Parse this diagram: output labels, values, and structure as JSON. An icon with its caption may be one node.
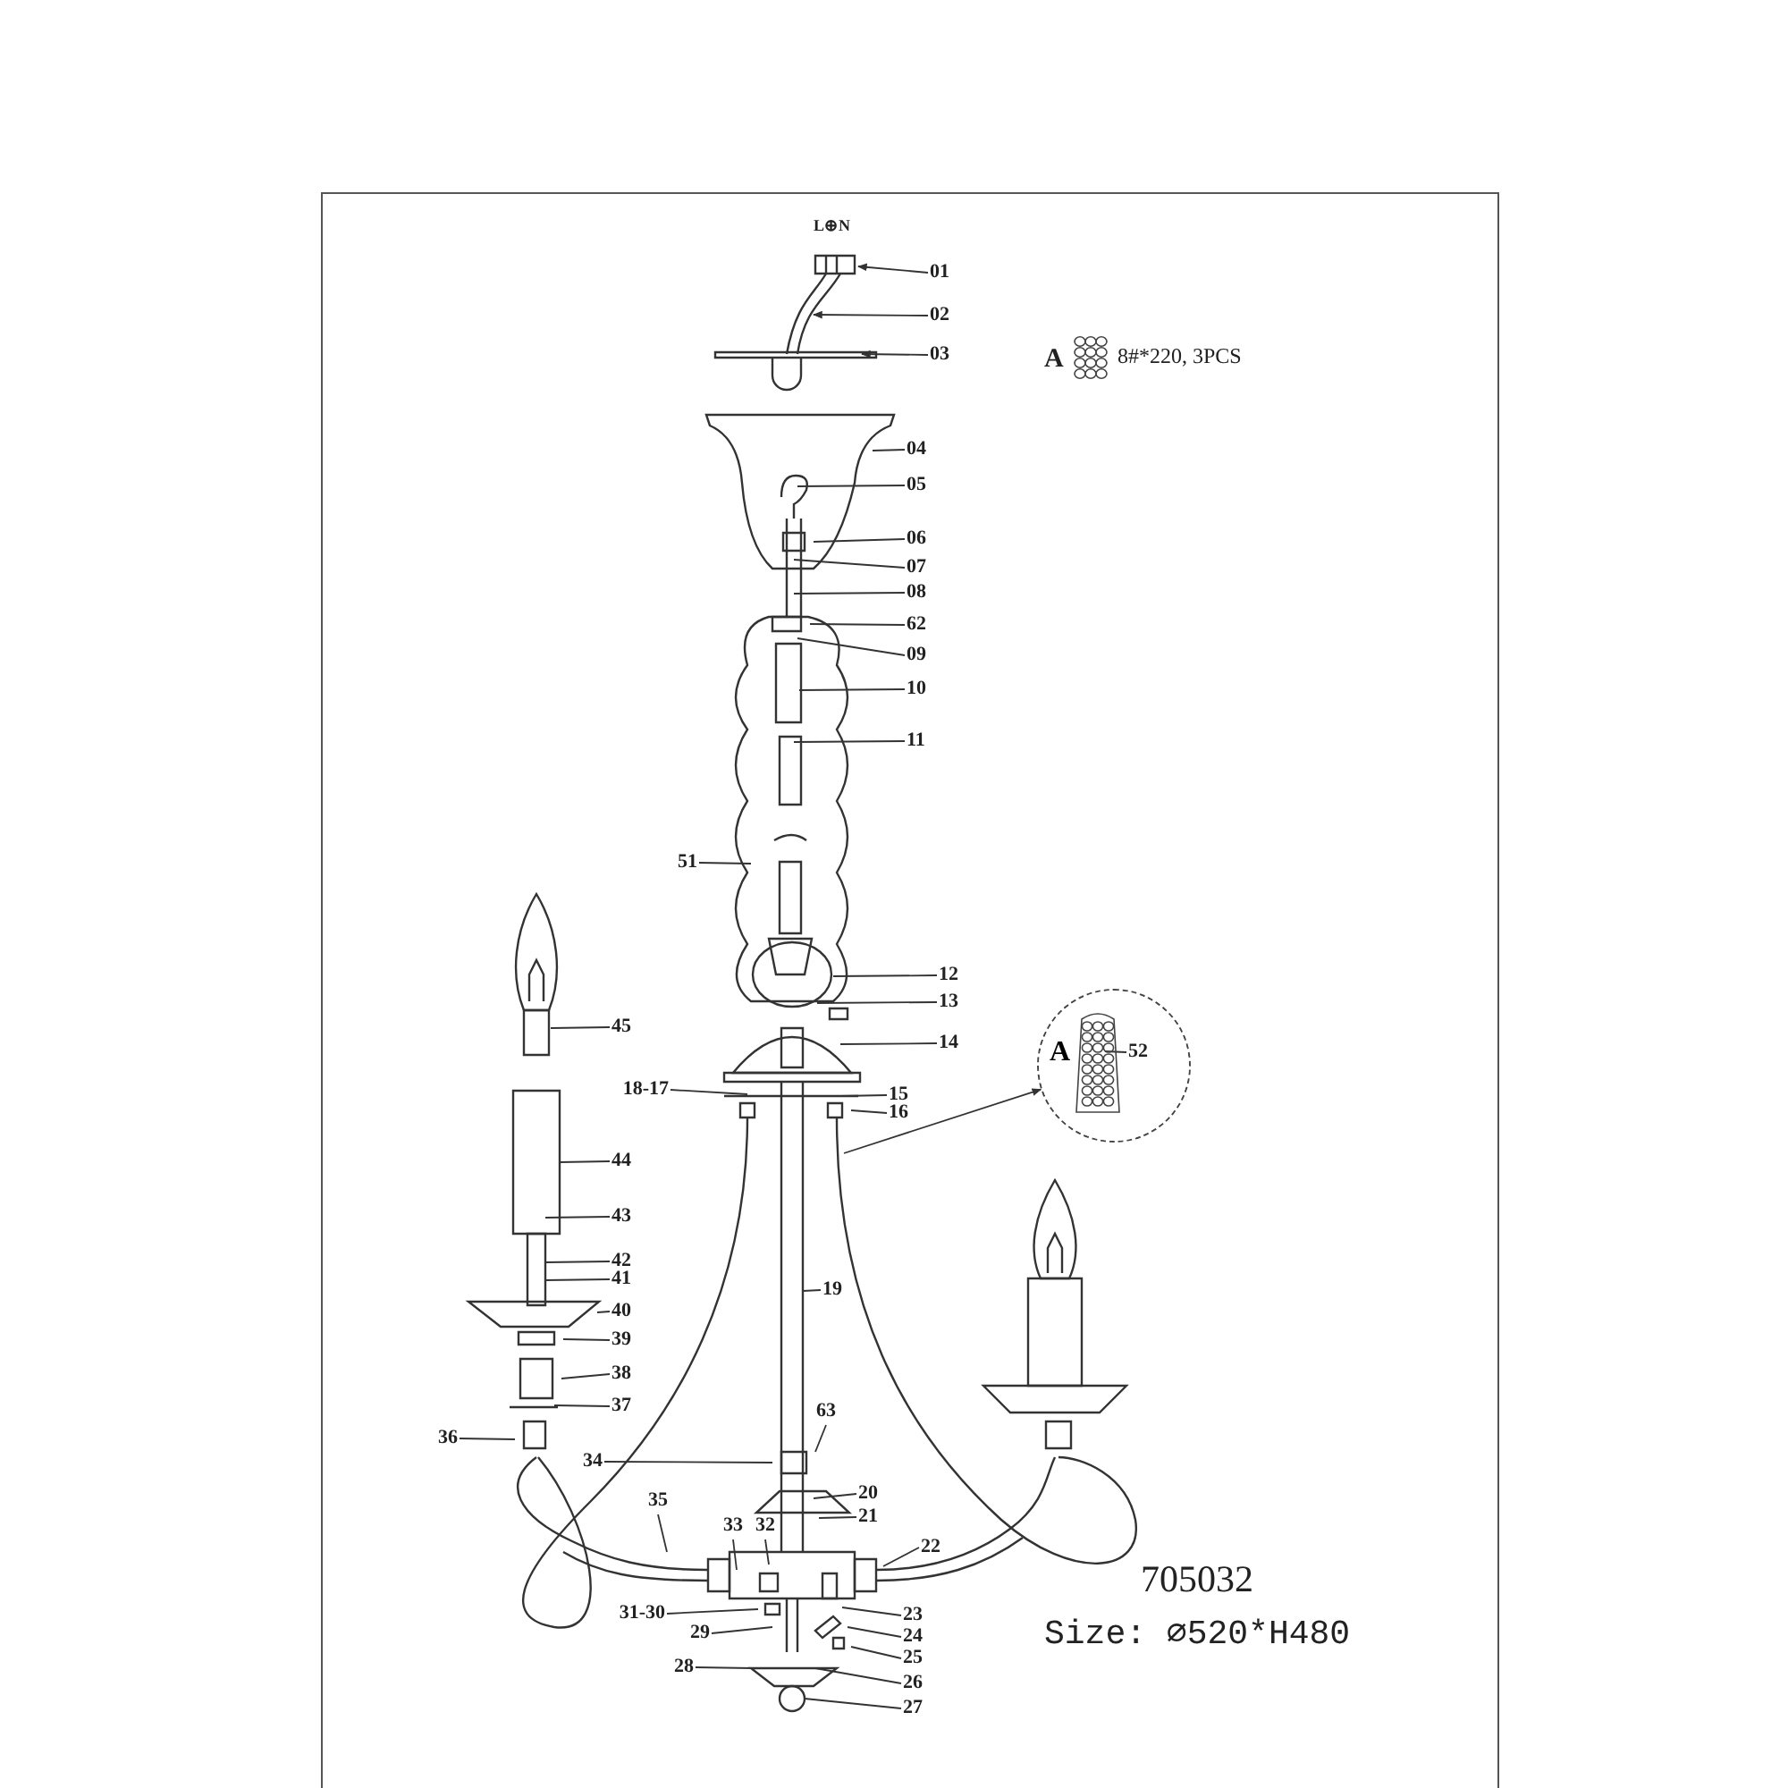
{
  "diagram": {
    "nodes": [
      {
        "text": [
          "01"
        ]
      },
      {
        "text": [
          "02"
        ]
      },
      {
        "text": [
          "03"
        ]
      },
      {
        "text": [
          "04"
        ]
      },
      {
        "text": [
          "05"
        ]
      },
      {
        "text": [
          "06"
        ]
      },
      {
        "text": [
          "07"
        ]
      },
      {
        "text": [
          "08"
        ]
      },
      {
        "text": [
          "62"
        ]
      },
      {
        "text": [
          "09"
        ]
      },
      {
        "text": [
          "10"
        ]
      },
      {
        "text": [
          "11"
        ]
      },
      {
        "text": [
          "51"
        ]
      },
      {
        "text": [
          "12"
        ]
      },
      {
        "text": [
          "13"
        ]
      },
      {
        "text": [
          "14"
        ]
      },
      {
        "text": [
          "A"
        ]
      },
      {
        "text": [
          "52"
        ],
        "in": 16
      },
      {
        "text": [
          "18-17"
        ]
      },
      {
        "text": [
          "15"
        ]
      },
      {
        "text": [
          "16"
        ]
      },
      {
        "text": [
          "45"
        ]
      },
      {
        "text": [
          "44"
        ]
      },
      {
        "text": [
          "43"
        ]
      },
      {
        "text": [
          "42"
        ]
      },
      {
        "text": [
          "41"
        ]
      },
      {
        "text": [
          "40"
        ]
      },
      {
        "text": [
          "39"
        ]
      },
      {
        "text": [
          "38"
        ]
      },
      {
        "text": [
          "37"
        ]
      },
      {
        "text": [
          "19"
        ]
      },
      {
        "text": [
          "36"
        ]
      },
      {
        "text": [
          "63"
        ]
      },
      {
        "text": [
          "34"
        ]
      },
      {
        "text": [
          "20"
        ]
      },
      {
        "text": [
          "35"
        ]
      },
      {
        "text": [
          "33"
        ]
      },
      {
        "text": [
          "32"
        ]
      },
      {
        "text": [
          "21"
        ]
      },
      {
        "text": [
          "22"
        ]
      },
      {
        "text": [
          "31-30"
        ]
      },
      {
        "text": [
          "23"
        ]
      },
      {
        "text": [
          "29"
        ]
      },
      {
        "text": [
          "24"
        ]
      },
      {
        "text": [
          "25"
        ]
      },
      {
        "text": [
          "28"
        ]
      },
      {
        "text": [
          "26"
        ]
      },
      {
        "text": [
          "27"
        ]
      }
    ],
    "edges": [
      {
        "from": 0,
        "to": null,
        "arrow": "to"
      },
      {
        "from": 1,
        "to": null,
        "arrow": "to"
      },
      {
        "from": 2,
        "to": null,
        "arrow": "to"
      },
      {
        "from": 3,
        "to": null,
        "arrow": "none"
      },
      {
        "from": 4,
        "to": null,
        "arrow": "none"
      },
      {
        "from": 5,
        "to": null,
        "arrow": "none"
      },
      {
        "from": 6,
        "to": null,
        "arrow": "none"
      },
      {
        "from": 7,
        "to": null,
        "arrow": "none"
      },
      {
        "from": 8,
        "to": null,
        "arrow": "none"
      },
      {
        "from": 9,
        "to": null,
        "arrow": "none"
      },
      {
        "from": 10,
        "to": null,
        "arrow": "none"
      },
      {
        "from": 11,
        "to": null,
        "arrow": "none"
      },
      {
        "from": 12,
        "to": null,
        "arrow": "none"
      },
      {
        "from": 13,
        "to": null,
        "arrow": "none"
      },
      {
        "from": 14,
        "to": null,
        "arrow": "none"
      },
      {
        "from": 15,
        "to": null,
        "arrow": "none"
      },
      {
        "from": null,
        "to": 16,
        "arrow": "to"
      },
      {
        "from": 17,
        "to": null,
        "arrow": "none"
      },
      {
        "from": 18,
        "to": null,
        "arrow": "none"
      },
      {
        "from": 19,
        "to": null,
        "arrow": "none"
      },
      {
        "from": 20,
        "to": null,
        "arrow": "none"
      },
      {
        "from": 21,
        "to": null,
        "arrow": "none"
      },
      {
        "from": 22,
        "to": null,
        "arrow": "none"
      },
      {
        "from": 23,
        "to": null,
        "arrow": "none"
      },
      {
        "from": 24,
        "to": null,
        "arrow": "none"
      },
      {
        "from": 25,
        "to": null,
        "arrow": "none"
      },
      {
        "from": 26,
        "to": null,
        "arrow": "none"
      },
      {
        "from": 27,
        "to": null,
        "arrow": "none"
      },
      {
        "from": 28,
        "to": null,
        "arrow": "none"
      },
      {
        "from": 29,
        "to": null,
        "arrow": "none"
      },
      {
        "from": 30,
        "to": null,
        "arrow": "none"
      },
      {
        "from": 31,
        "to": null,
        "arrow": "none"
      },
      {
        "from": 32,
        "to": null,
        "arrow": "none"
      },
      {
        "from": 33,
        "to": null,
        "arrow": "none"
      },
      {
        "from": 34,
        "to": null,
        "arrow": "none"
      },
      {
        "from": 35,
        "to": null,
        "arrow": "none"
      },
      {
        "from": 36,
        "to": null,
        "arrow": "none"
      },
      {
        "from": 37,
        "to": null,
        "arrow": "none"
      },
      {
        "from": 38,
        "to": null,
        "arrow": "none"
      },
      {
        "from": 39,
        "to": null,
        "arrow": "none"
      },
      {
        "from": 40,
        "to": null,
        "arrow": "none"
      },
      {
        "from": 41,
        "to": null,
        "arrow": "none"
      },
      {
        "from": 42,
        "to": null,
        "arrow": "none"
      },
      {
        "from": 43,
        "to": null,
        "arrow": "none"
      },
      {
        "from": 44,
        "to": null,
        "arrow": "none"
      },
      {
        "from": 45,
        "to": null,
        "arrow": "none"
      },
      {
        "from": 46,
        "to": null,
        "arrow": "none"
      },
      {
        "from": 47,
        "to": null,
        "arrow": "none"
      }
    ],
    "labels": [
      "L⊕N",
      "A",
      "8#*220, 3PCS",
      "705032",
      "Size: ⌀520*H480"
    ]
  }
}
